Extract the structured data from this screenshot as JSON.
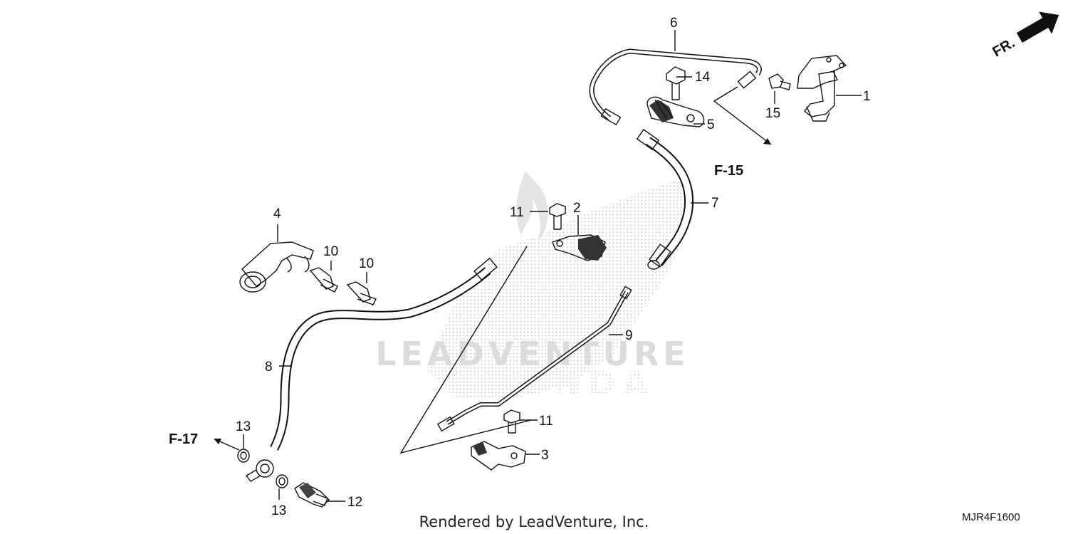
{
  "diagram": {
    "part_labels": {
      "p1": "1",
      "p2": "2",
      "p3": "3",
      "p4": "4",
      "p5": "5",
      "p6": "6",
      "p7": "7",
      "p8": "8",
      "p9": "9",
      "p10a": "10",
      "p10b": "10",
      "p11a": "11",
      "p11b": "11",
      "p12": "12",
      "p13a": "13",
      "p13b": "13",
      "p14": "14",
      "p15": "15"
    },
    "references": {
      "f15": "F-15",
      "f17": "F-17"
    },
    "direction_label": "FR.",
    "watermark": {
      "line1": "LEADVENTURE",
      "line2": "HONDA"
    },
    "footer_text": "Rendered by LeadVenture, Inc.",
    "diagram_code": "MJR4F1600"
  }
}
